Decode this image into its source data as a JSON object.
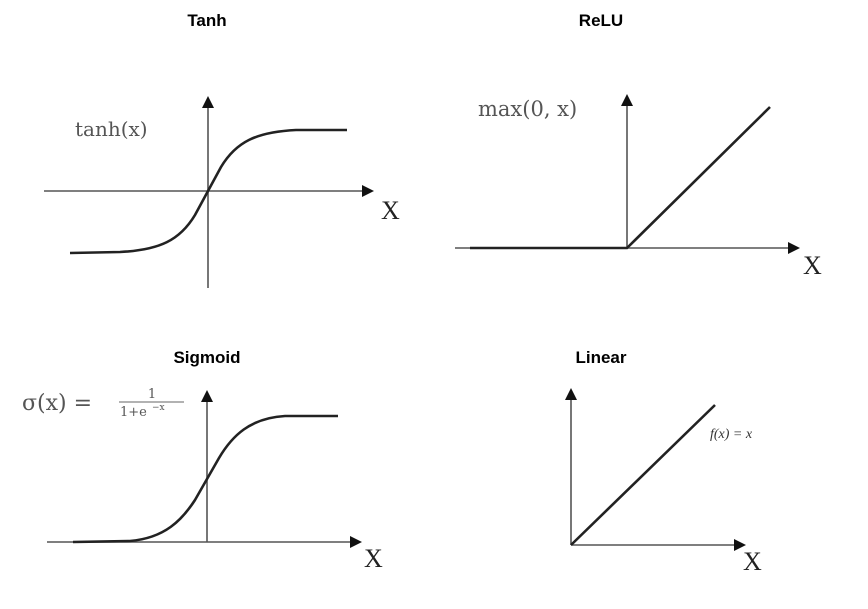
{
  "panels": {
    "tanh": {
      "title": "Tanh",
      "formula": "tanh(x)",
      "axis_label": "X"
    },
    "relu": {
      "title": "ReLU",
      "formula": "max(0, x)",
      "axis_label": "X"
    },
    "sigmoid": {
      "title": "Sigmoid",
      "formula_lhs": "σ(x) =",
      "formula_num": "1",
      "formula_den": "1+e",
      "formula_exp": "−x",
      "axis_label": "X"
    },
    "linear": {
      "title": "Linear",
      "formula": "f(x) = x",
      "axis_label": "X"
    }
  }
}
